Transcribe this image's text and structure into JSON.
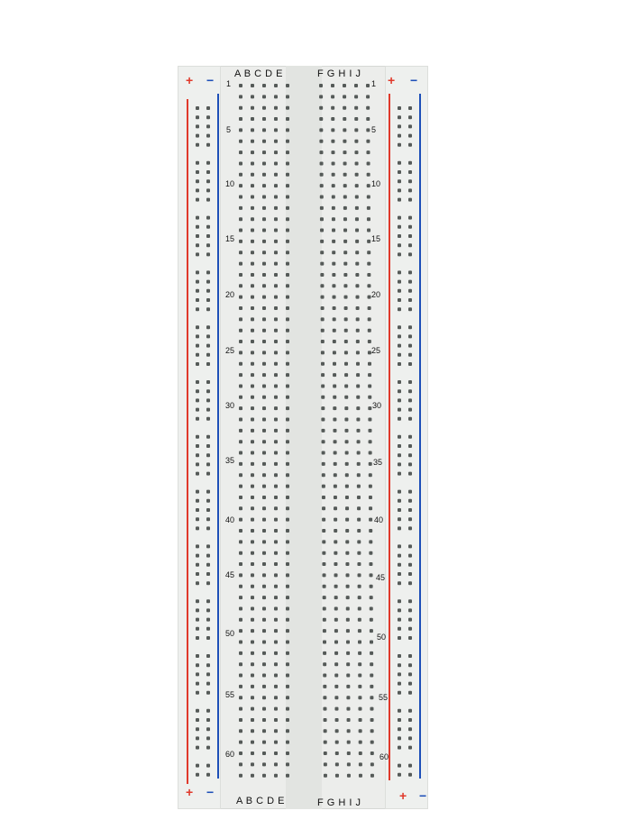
{
  "board": {
    "columns_left": "A B C D E",
    "columns_right": "F G H I J",
    "row_labels": [
      "1",
      "5",
      "10",
      "15",
      "20",
      "25",
      "30",
      "35",
      "40",
      "45",
      "50",
      "55",
      "60"
    ],
    "rail_plus": "+",
    "rail_minus": "−",
    "colors": {
      "positive": "#e0392b",
      "negative": "#1d4fb8",
      "body": "#ecedeb",
      "hole": "#555a58"
    }
  }
}
